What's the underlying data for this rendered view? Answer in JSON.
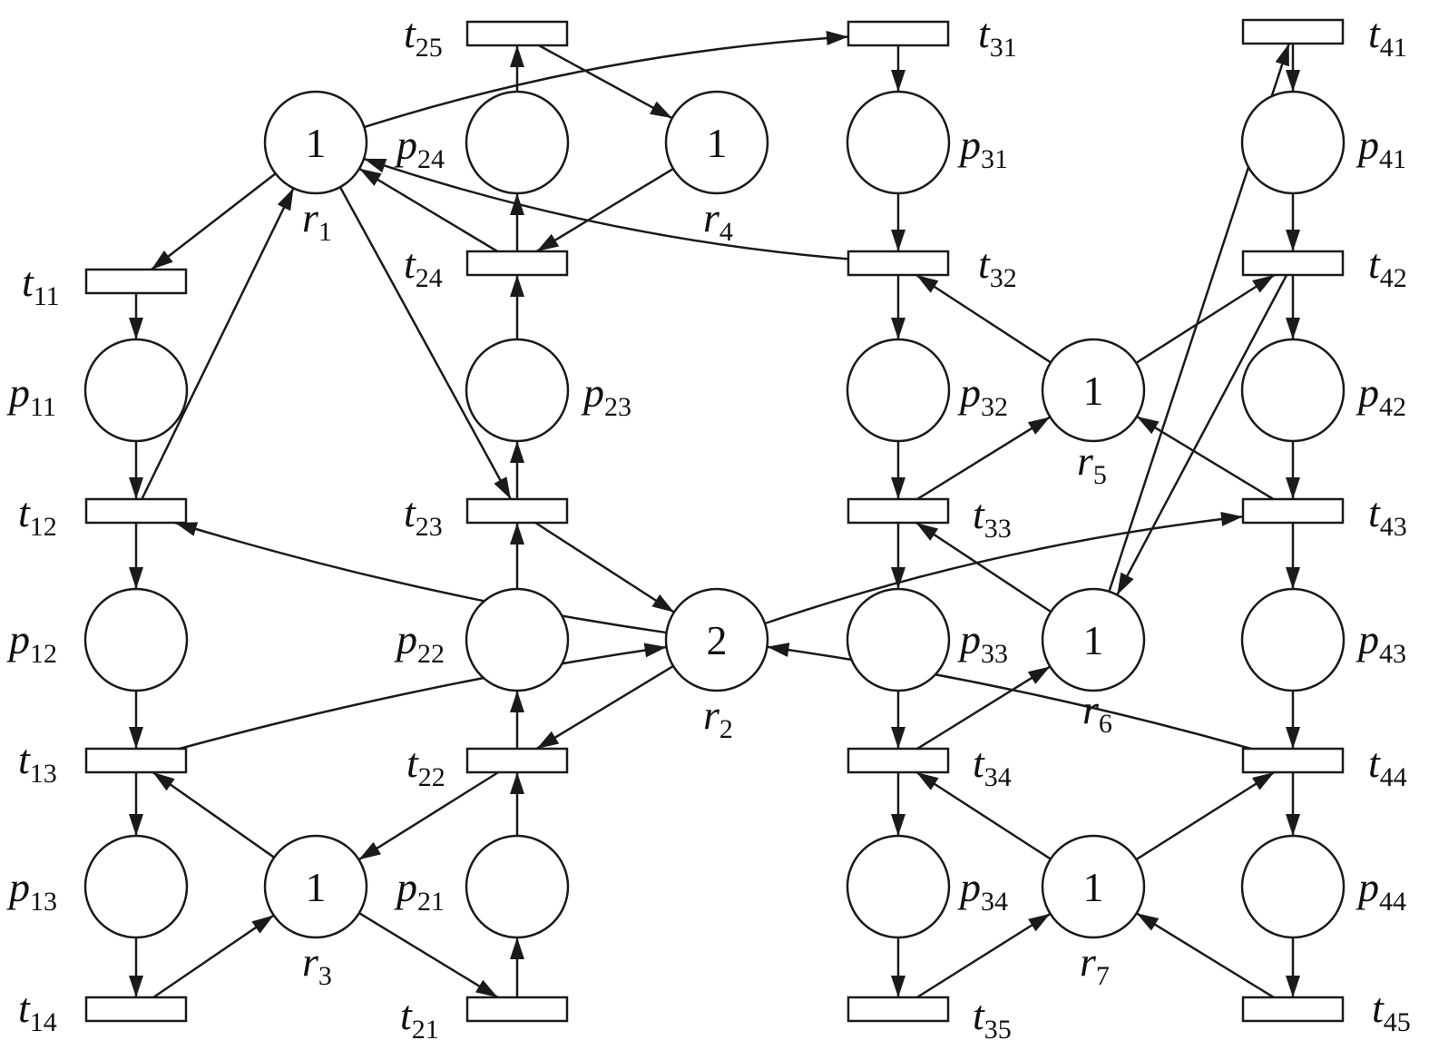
{
  "places": [
    {
      "id": "p11",
      "letter": "p",
      "sub": "11"
    },
    {
      "id": "p12",
      "letter": "p",
      "sub": "12"
    },
    {
      "id": "p13",
      "letter": "p",
      "sub": "13"
    },
    {
      "id": "p21",
      "letter": "p",
      "sub": "21"
    },
    {
      "id": "p22",
      "letter": "p",
      "sub": "22"
    },
    {
      "id": "p23",
      "letter": "p",
      "sub": "23"
    },
    {
      "id": "p24",
      "letter": "p",
      "sub": "24"
    },
    {
      "id": "p31",
      "letter": "p",
      "sub": "31"
    },
    {
      "id": "p32",
      "letter": "p",
      "sub": "32"
    },
    {
      "id": "p33",
      "letter": "p",
      "sub": "33"
    },
    {
      "id": "p34",
      "letter": "p",
      "sub": "34"
    },
    {
      "id": "p41",
      "letter": "p",
      "sub": "41"
    },
    {
      "id": "p42",
      "letter": "p",
      "sub": "42"
    },
    {
      "id": "p43",
      "letter": "p",
      "sub": "43"
    },
    {
      "id": "p44",
      "letter": "p",
      "sub": "44"
    }
  ],
  "resources": [
    {
      "id": "r1",
      "letter": "r",
      "sub": "1",
      "tokens": "1"
    },
    {
      "id": "r2",
      "letter": "r",
      "sub": "2",
      "tokens": "2"
    },
    {
      "id": "r3",
      "letter": "r",
      "sub": "3",
      "tokens": "1"
    },
    {
      "id": "r4",
      "letter": "r",
      "sub": "4",
      "tokens": "1"
    },
    {
      "id": "r5",
      "letter": "r",
      "sub": "5",
      "tokens": "1"
    },
    {
      "id": "r6",
      "letter": "r",
      "sub": "6",
      "tokens": "1"
    },
    {
      "id": "r7",
      "letter": "r",
      "sub": "7",
      "tokens": "1"
    }
  ],
  "transitions": [
    {
      "id": "t11",
      "letter": "t",
      "sub": "11"
    },
    {
      "id": "t12",
      "letter": "t",
      "sub": "12"
    },
    {
      "id": "t13",
      "letter": "t",
      "sub": "13"
    },
    {
      "id": "t14",
      "letter": "t",
      "sub": "14"
    },
    {
      "id": "t21",
      "letter": "t",
      "sub": "21"
    },
    {
      "id": "t22",
      "letter": "t",
      "sub": "22"
    },
    {
      "id": "t23",
      "letter": "t",
      "sub": "23"
    },
    {
      "id": "t24",
      "letter": "t",
      "sub": "24"
    },
    {
      "id": "t25",
      "letter": "t",
      "sub": "25"
    },
    {
      "id": "t31",
      "letter": "t",
      "sub": "31"
    },
    {
      "id": "t32",
      "letter": "t",
      "sub": "32"
    },
    {
      "id": "t33",
      "letter": "t",
      "sub": "33"
    },
    {
      "id": "t34",
      "letter": "t",
      "sub": "34"
    },
    {
      "id": "t35",
      "letter": "t",
      "sub": "35"
    },
    {
      "id": "t41",
      "letter": "t",
      "sub": "41"
    },
    {
      "id": "t42",
      "letter": "t",
      "sub": "42"
    },
    {
      "id": "t43",
      "letter": "t",
      "sub": "43"
    },
    {
      "id": "t44",
      "letter": "t",
      "sub": "44"
    },
    {
      "id": "t45",
      "letter": "t",
      "sub": "45"
    }
  ],
  "arcs": [
    {
      "from": "t11",
      "to": "p11"
    },
    {
      "from": "p11",
      "to": "t12"
    },
    {
      "from": "t12",
      "to": "p12"
    },
    {
      "from": "p12",
      "to": "t13"
    },
    {
      "from": "t13",
      "to": "p13"
    },
    {
      "from": "p13",
      "to": "t14"
    },
    {
      "from": "r1",
      "to": "t11"
    },
    {
      "from": "t12",
      "to": "r1"
    },
    {
      "from": "r2",
      "to": "t12"
    },
    {
      "from": "t13",
      "to": "r2"
    },
    {
      "from": "r3",
      "to": "t13"
    },
    {
      "from": "t14",
      "to": "r3"
    },
    {
      "from": "t21",
      "to": "p21"
    },
    {
      "from": "p21",
      "to": "t22"
    },
    {
      "from": "t22",
      "to": "p22"
    },
    {
      "from": "p22",
      "to": "t23"
    },
    {
      "from": "t23",
      "to": "p23"
    },
    {
      "from": "p23",
      "to": "t24"
    },
    {
      "from": "t24",
      "to": "p24"
    },
    {
      "from": "p24",
      "to": "t25"
    },
    {
      "from": "r3",
      "to": "t21"
    },
    {
      "from": "t22",
      "to": "r3"
    },
    {
      "from": "r2",
      "to": "t22"
    },
    {
      "from": "t23",
      "to": "r2"
    },
    {
      "from": "r1",
      "to": "t23"
    },
    {
      "from": "t24",
      "to": "r1"
    },
    {
      "from": "r4",
      "to": "t24"
    },
    {
      "from": "t25",
      "to": "r4"
    },
    {
      "from": "t31",
      "to": "p31"
    },
    {
      "from": "p31",
      "to": "t32"
    },
    {
      "from": "t32",
      "to": "p32"
    },
    {
      "from": "p32",
      "to": "t33"
    },
    {
      "from": "t33",
      "to": "p33"
    },
    {
      "from": "p33",
      "to": "t34"
    },
    {
      "from": "t34",
      "to": "p34"
    },
    {
      "from": "p34",
      "to": "t35"
    },
    {
      "from": "r1",
      "to": "t31"
    },
    {
      "from": "t32",
      "to": "r1"
    },
    {
      "from": "r5",
      "to": "t32"
    },
    {
      "from": "t33",
      "to": "r5"
    },
    {
      "from": "r6",
      "to": "t33"
    },
    {
      "from": "t34",
      "to": "r6"
    },
    {
      "from": "r7",
      "to": "t34"
    },
    {
      "from": "t35",
      "to": "r7"
    },
    {
      "from": "t41",
      "to": "p41"
    },
    {
      "from": "p41",
      "to": "t42"
    },
    {
      "from": "t42",
      "to": "p42"
    },
    {
      "from": "p42",
      "to": "t43"
    },
    {
      "from": "t43",
      "to": "p43"
    },
    {
      "from": "p43",
      "to": "t44"
    },
    {
      "from": "t44",
      "to": "p44"
    },
    {
      "from": "p44",
      "to": "t45"
    },
    {
      "from": "r6",
      "to": "t41"
    },
    {
      "from": "t42",
      "to": "r6"
    },
    {
      "from": "r5",
      "to": "t42"
    },
    {
      "from": "t43",
      "to": "r5"
    },
    {
      "from": "r2",
      "to": "t43"
    },
    {
      "from": "t44",
      "to": "r2"
    },
    {
      "from": "r7",
      "to": "t44"
    },
    {
      "from": "t45",
      "to": "r7"
    }
  ]
}
